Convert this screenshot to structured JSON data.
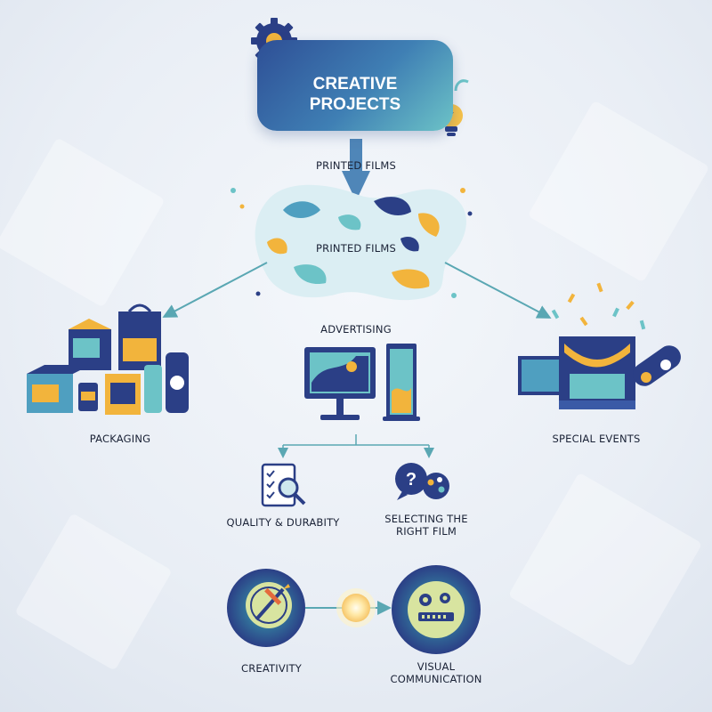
{
  "title": "CREATIVE PROJECTS",
  "nodes": {
    "printed_films_top": "PRINTED FILMS",
    "printed_films_center": "PRINTED FILMS",
    "advertising": "ADVERTISING",
    "packaging": "PACKAGING",
    "special_events": "SPECIAL EVENTS",
    "quality": "QUALITY & DURABITY",
    "selecting_line1": "SELECTING THE",
    "selecting_line2": "RIGHT FILM",
    "creativity": "CREATIVITY",
    "visual_line1": "VISUAL",
    "visual_line2": "COMMUNICATION"
  },
  "icons": [
    "gear-icon",
    "lightbulb-icon",
    "down-arrow-icon",
    "paint-splash-icon",
    "packaging-icon",
    "billboard-icon",
    "banner-icon",
    "stage-icon",
    "checklist-magnifier-icon",
    "question-bubble-icon",
    "palette-brush-icon",
    "gears-dashboard-icon",
    "glowing-orb-icon"
  ],
  "colors": {
    "navy": "#2b3f86",
    "teal": "#5fb9bf",
    "yellow": "#f2b43c",
    "line": "#5aa7b3"
  }
}
